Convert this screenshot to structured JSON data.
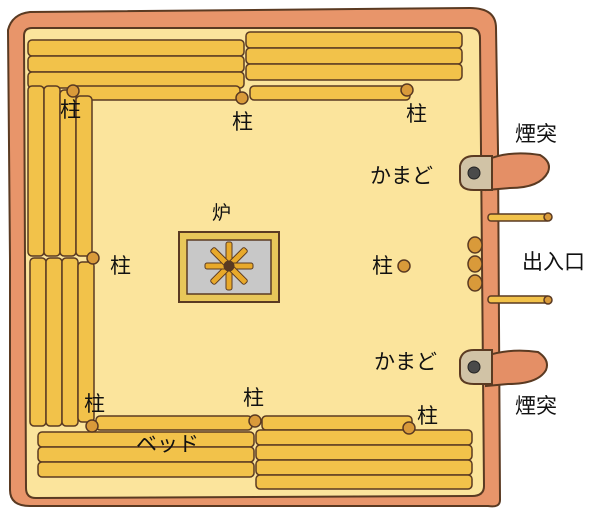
{
  "diagram": {
    "colors": {
      "wall": "#e8956a",
      "wall_outline": "#5a3a22",
      "floor": "#fbe49c",
      "log": "#f2c24a",
      "log_shadow": "#d8a22e",
      "hearth_stone": "#e8c75a",
      "hearth_center": "#c8c8c8",
      "fire": "#e8a92a",
      "post": "#d99a3a",
      "oven": "#d1c3a6",
      "chimney": "#e48f66"
    },
    "labels": {
      "post_1": "柱",
      "post_2": "柱",
      "post_3": "柱",
      "post_4": "柱",
      "post_5": "柱",
      "post_6": "柱",
      "post_7": "柱",
      "post_8": "柱",
      "hearth": "炉",
      "oven_top": "かまど",
      "oven_bottom": "かまど",
      "chimney_top": "煙突",
      "chimney_bottom": "煙突",
      "entrance": "出入口",
      "bed": "ベッド"
    }
  }
}
